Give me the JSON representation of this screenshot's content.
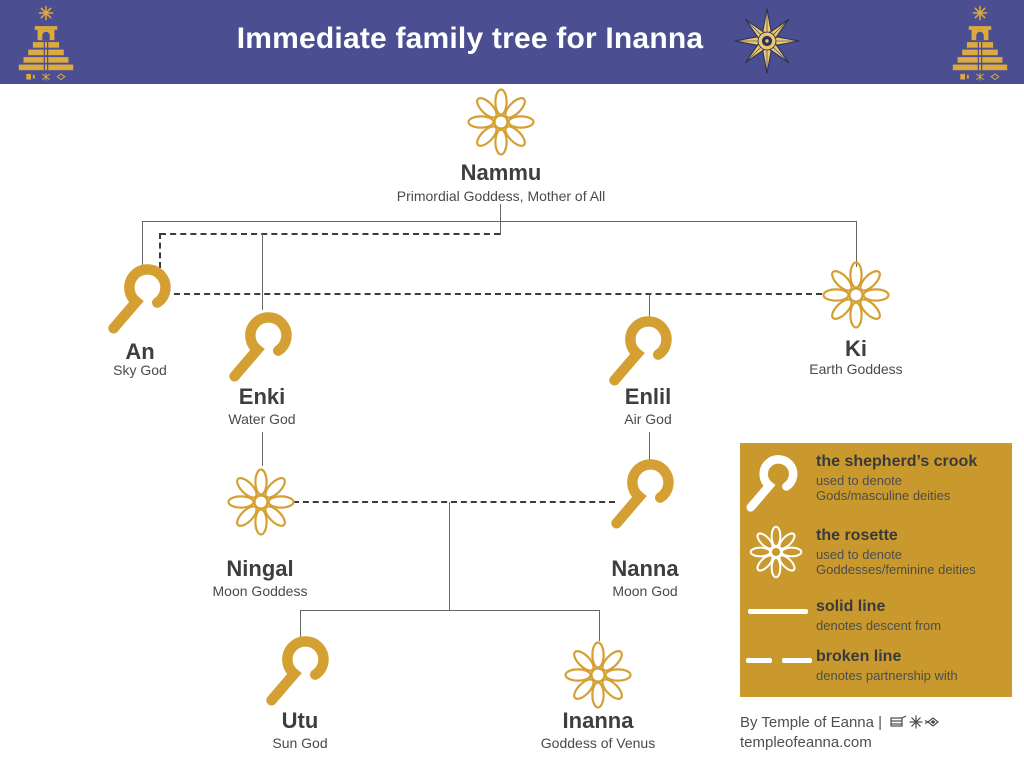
{
  "header": {
    "title": "Immediate family tree for Inanna",
    "star_icon": "star-of-ishtar-icon",
    "corner_icon": "ziggurat-icon"
  },
  "colors": {
    "header_bg": "#4b4f91",
    "gold": "#d4a033",
    "legend_bg": "#c9992e",
    "text_dark": "#3e3e3e",
    "line_solid": "#666666",
    "line_dashed": "#3b3b3b"
  },
  "tree": {
    "nodes": [
      {
        "name": "Nammu",
        "subtitle": "Primordial Goddess, Mother of All",
        "icon": "rosette"
      },
      {
        "name": "An",
        "subtitle": "Sky God",
        "icon": "crook"
      },
      {
        "name": "Enki",
        "subtitle": "Water God",
        "icon": "crook"
      },
      {
        "name": "Enlil",
        "subtitle": "Air God",
        "icon": "crook"
      },
      {
        "name": "Ki",
        "subtitle": "Earth Goddess",
        "icon": "rosette"
      },
      {
        "name": "Ningal",
        "subtitle": "Moon Goddess",
        "icon": "rosette"
      },
      {
        "name": "Nanna",
        "subtitle": "Moon God",
        "icon": "crook"
      },
      {
        "name": "Utu",
        "subtitle": "Sun God",
        "icon": "crook"
      },
      {
        "name": "Inanna",
        "subtitle": "Goddess of Venus",
        "icon": "rosette"
      }
    ]
  },
  "legend": {
    "items": [
      {
        "title": "the shepherd’s crook",
        "line1": "used to denote",
        "line2": "Gods/masculine deities",
        "icon": "crook"
      },
      {
        "title": "the rosette",
        "line1": "used to denote",
        "line2": "Goddesses/feminine deities",
        "icon": "rosette"
      },
      {
        "title": "solid line",
        "line1": "denotes descent from",
        "icon": "solid-line"
      },
      {
        "title": "broken line",
        "line1": "denotes partnership with",
        "icon": "broken-line"
      }
    ]
  },
  "footer": {
    "byline": "By Temple of Eanna |",
    "website": "templeofeanna.com",
    "glyphs_icon": "cuneiform-eanna-glyphs"
  }
}
